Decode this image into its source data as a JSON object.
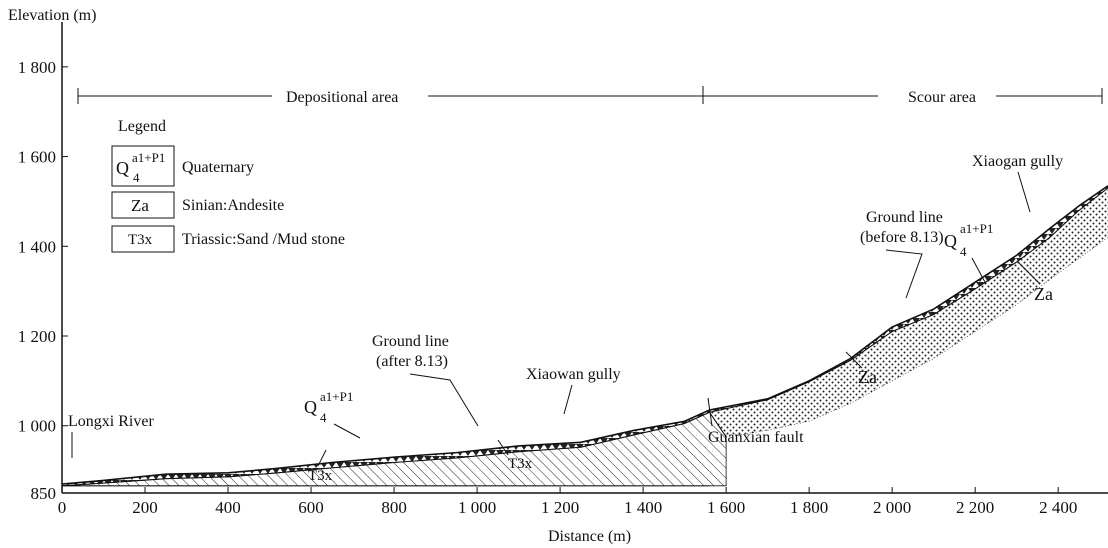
{
  "chart_data": {
    "type": "diagram",
    "ylabel": "Elevation (m)",
    "xlabel": "Distance (m)",
    "yticks": [
      "850",
      "1 000",
      "1 200",
      "1 400",
      "1 600",
      "1 800"
    ],
    "xticks": [
      "0",
      "200",
      "400",
      "600",
      "800",
      "1 000",
      "1 200",
      "1 400",
      "1 600",
      "1 800",
      "2 000",
      "2 200",
      "2 400"
    ],
    "xlim": [
      0,
      2520
    ],
    "ylim": [
      850,
      1900
    ],
    "zones": [
      {
        "label": "Depositional area",
        "from": 40,
        "to": 1560
      },
      {
        "label": "Scour area",
        "from": 1560,
        "to": 2490
      }
    ],
    "legend": {
      "title": "Legend",
      "items": [
        {
          "symbol": "Q",
          "subscript": "4",
          "superscript": "a1+P1",
          "text": "Quaternary"
        },
        {
          "symbol": "Za",
          "text": "Sinian:Andesite"
        },
        {
          "symbol": "T3x",
          "text": "Triassic:Sand /Mud stone"
        }
      ]
    },
    "annotations": {
      "longxi_river": "Longxi River",
      "ground_line_after": [
        "Ground line",
        "(after 8.13)"
      ],
      "xiaowan_gully": "Xiaowan gully",
      "guanxian_fault": "Guanxian fault",
      "ground_line_before": [
        "Ground line",
        "(before 8.13)"
      ],
      "xiaogan_gully": "Xiaogan gully",
      "q4_symbol": "Q",
      "q4_sub": "4",
      "q4_sup": "a1+P1",
      "za": "Za",
      "t3x": "T3x"
    },
    "ground_line_after": [
      [
        0,
        870
      ],
      [
        100,
        878
      ],
      [
        250,
        892
      ],
      [
        400,
        895
      ],
      [
        520,
        905
      ],
      [
        650,
        918
      ],
      [
        800,
        930
      ],
      [
        950,
        940
      ],
      [
        1100,
        955
      ],
      [
        1250,
        963
      ],
      [
        1380,
        990
      ],
      [
        1500,
        1010
      ],
      [
        1560,
        1035
      ],
      [
        1700,
        1060
      ],
      [
        1800,
        1100
      ],
      [
        1900,
        1150
      ],
      [
        2000,
        1220
      ],
      [
        2100,
        1260
      ],
      [
        2200,
        1320
      ],
      [
        2300,
        1380
      ],
      [
        2380,
        1440
      ],
      [
        2450,
        1490
      ],
      [
        2520,
        1535
      ]
    ],
    "ground_line_before": [
      [
        0,
        866
      ],
      [
        100,
        872
      ],
      [
        250,
        882
      ],
      [
        400,
        886
      ],
      [
        520,
        895
      ],
      [
        650,
        906
      ],
      [
        800,
        918
      ],
      [
        950,
        928
      ],
      [
        1100,
        942
      ],
      [
        1250,
        952
      ],
      [
        1380,
        980
      ],
      [
        1500,
        1005
      ],
      [
        1560,
        1030
      ],
      [
        1700,
        1058
      ],
      [
        1800,
        1098
      ],
      [
        1900,
        1146
      ],
      [
        2000,
        1210
      ],
      [
        2100,
        1248
      ],
      [
        2200,
        1305
      ],
      [
        2300,
        1365
      ],
      [
        2380,
        1420
      ],
      [
        2450,
        1480
      ],
      [
        2520,
        1530
      ]
    ],
    "fault_top": [
      [
        1560,
        1030
      ]
    ],
    "za_boundary": [
      [
        1600,
        975
      ],
      [
        1700,
        990
      ],
      [
        1800,
        1010
      ],
      [
        1900,
        1050
      ],
      [
        2000,
        1100
      ],
      [
        2100,
        1150
      ],
      [
        2200,
        1210
      ],
      [
        2300,
        1270
      ],
      [
        2400,
        1340
      ],
      [
        2520,
        1420
      ]
    ]
  }
}
